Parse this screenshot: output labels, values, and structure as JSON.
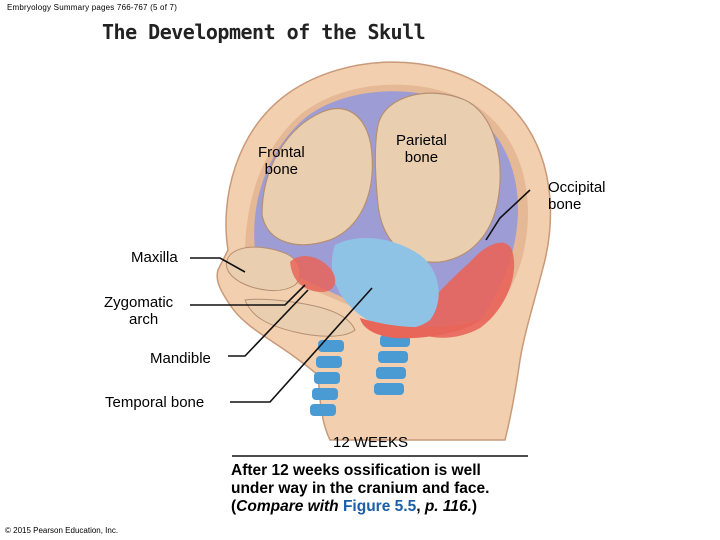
{
  "header": {
    "source": "Embryology Summary pages 766-767 (5 of 7)",
    "title": "The Development of the Skull"
  },
  "labels": {
    "frontal": "Frontal\nbone",
    "parietal": "Parietal\nbone",
    "occipital": "Occipital\nbone",
    "maxilla": "Maxilla",
    "zygomatic": "Zygomatic\n      arch",
    "mandible": "Mandible",
    "temporal": "Temporal bone"
  },
  "stage": "12 WEEKS",
  "caption": {
    "line1": "After 12 weeks ossification is well",
    "line2": "under way in the cranium and face.",
    "line3_open": "(",
    "line3_compare": "Compare with ",
    "line3_figure": "Figure 5.5",
    "line3_comma": ", ",
    "line3_page": "p. 116.",
    "line3_close": ")"
  },
  "footer": {
    "copyright": "© 2015 Pearson Education, Inc."
  },
  "colors": {
    "skin": "#f2cfae",
    "cartilage": "#9a9ad8",
    "bone": "#e9cfb0",
    "spine_blue": "#4a9ad4",
    "muscle_red": "#e8655a",
    "figure_link": "#1a5fa8"
  }
}
